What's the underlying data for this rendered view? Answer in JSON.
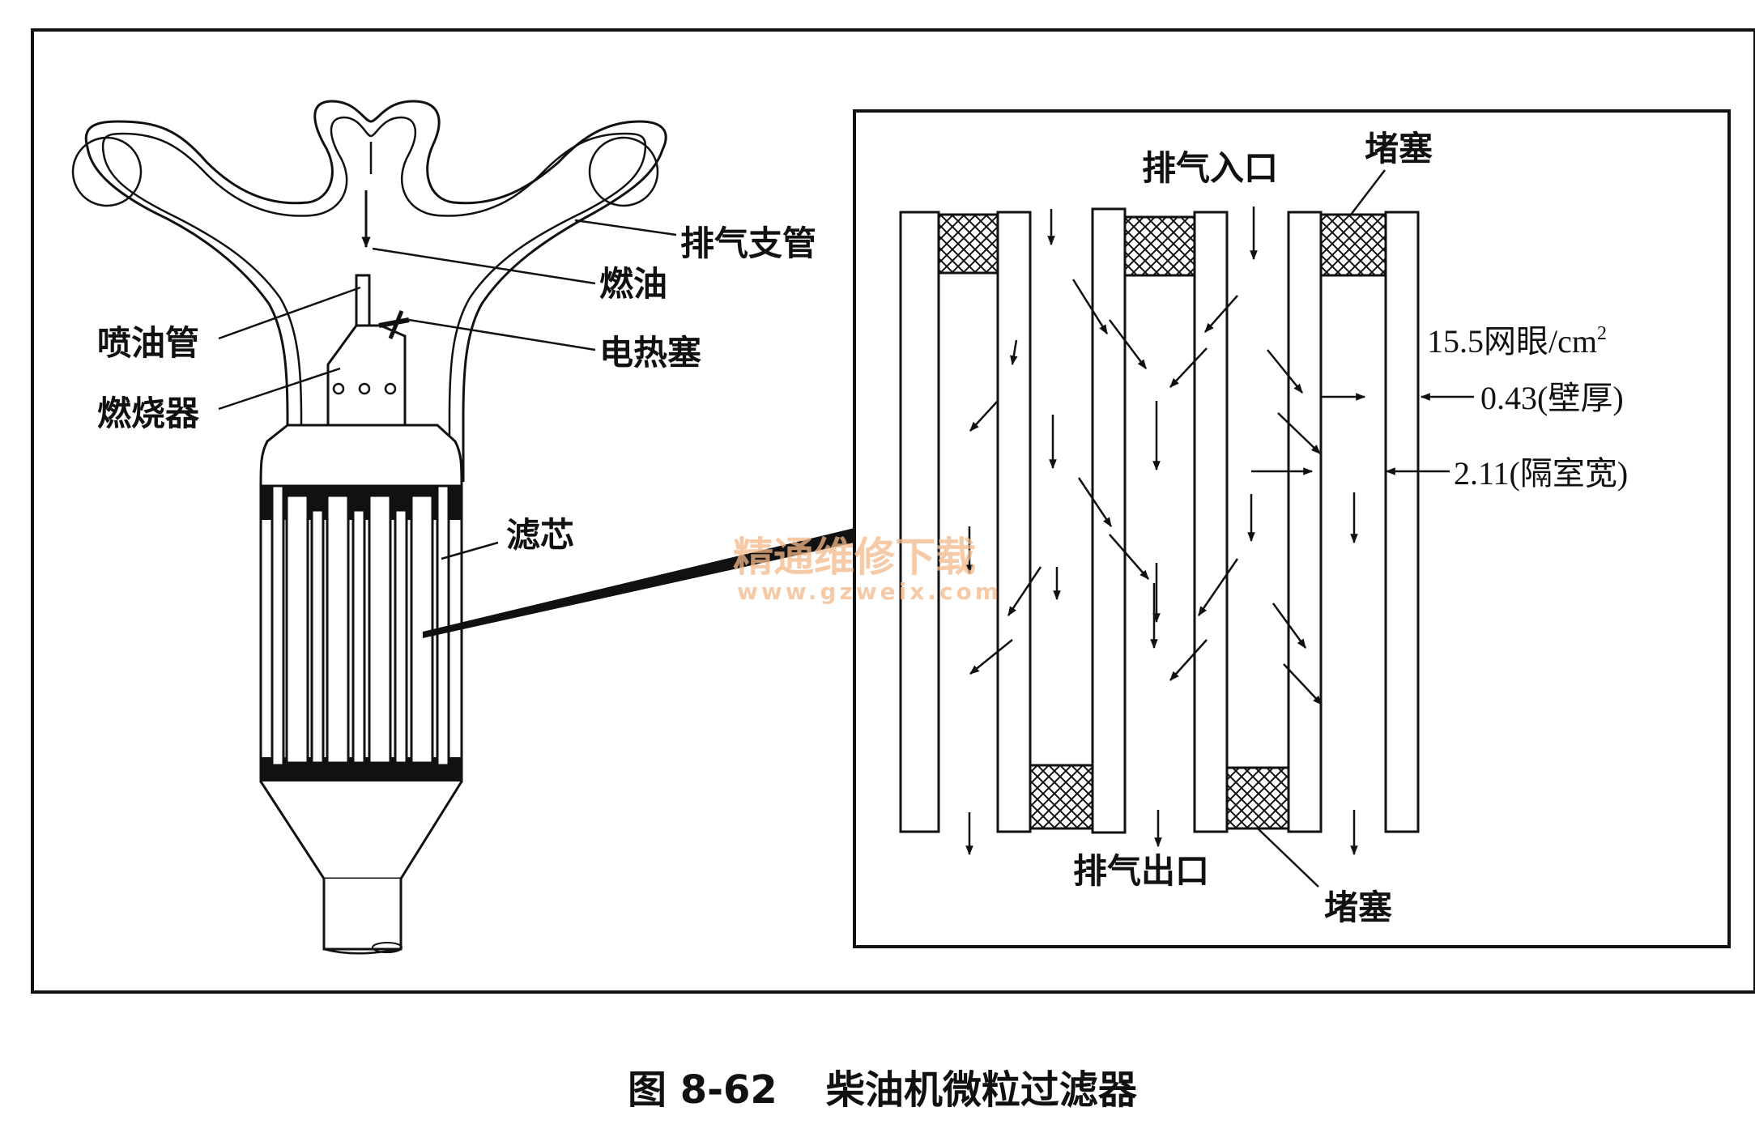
{
  "labels": {
    "exhaust_manifold": "排气支管",
    "fuel": "燃油",
    "injector": "喷油管",
    "glow_plug": "电热塞",
    "burner": "燃烧器",
    "filter_core": "滤芯",
    "exhaust_inlet": "排气入口",
    "plug_top": "堵塞",
    "plug_bottom": "堵塞",
    "exhaust_outlet": "排气出口",
    "cell_density_value": "15.5网眼/cm",
    "cell_density_sup": "2",
    "wall_thickness": "0.43(壁厚)",
    "cell_width": "2.11(隔室宽)"
  },
  "caption": {
    "number": "图 8-62",
    "title": "柴油机微粒过滤器"
  },
  "watermark": {
    "site_name": "精通维修下载",
    "url": "www.gzweix.com"
  }
}
